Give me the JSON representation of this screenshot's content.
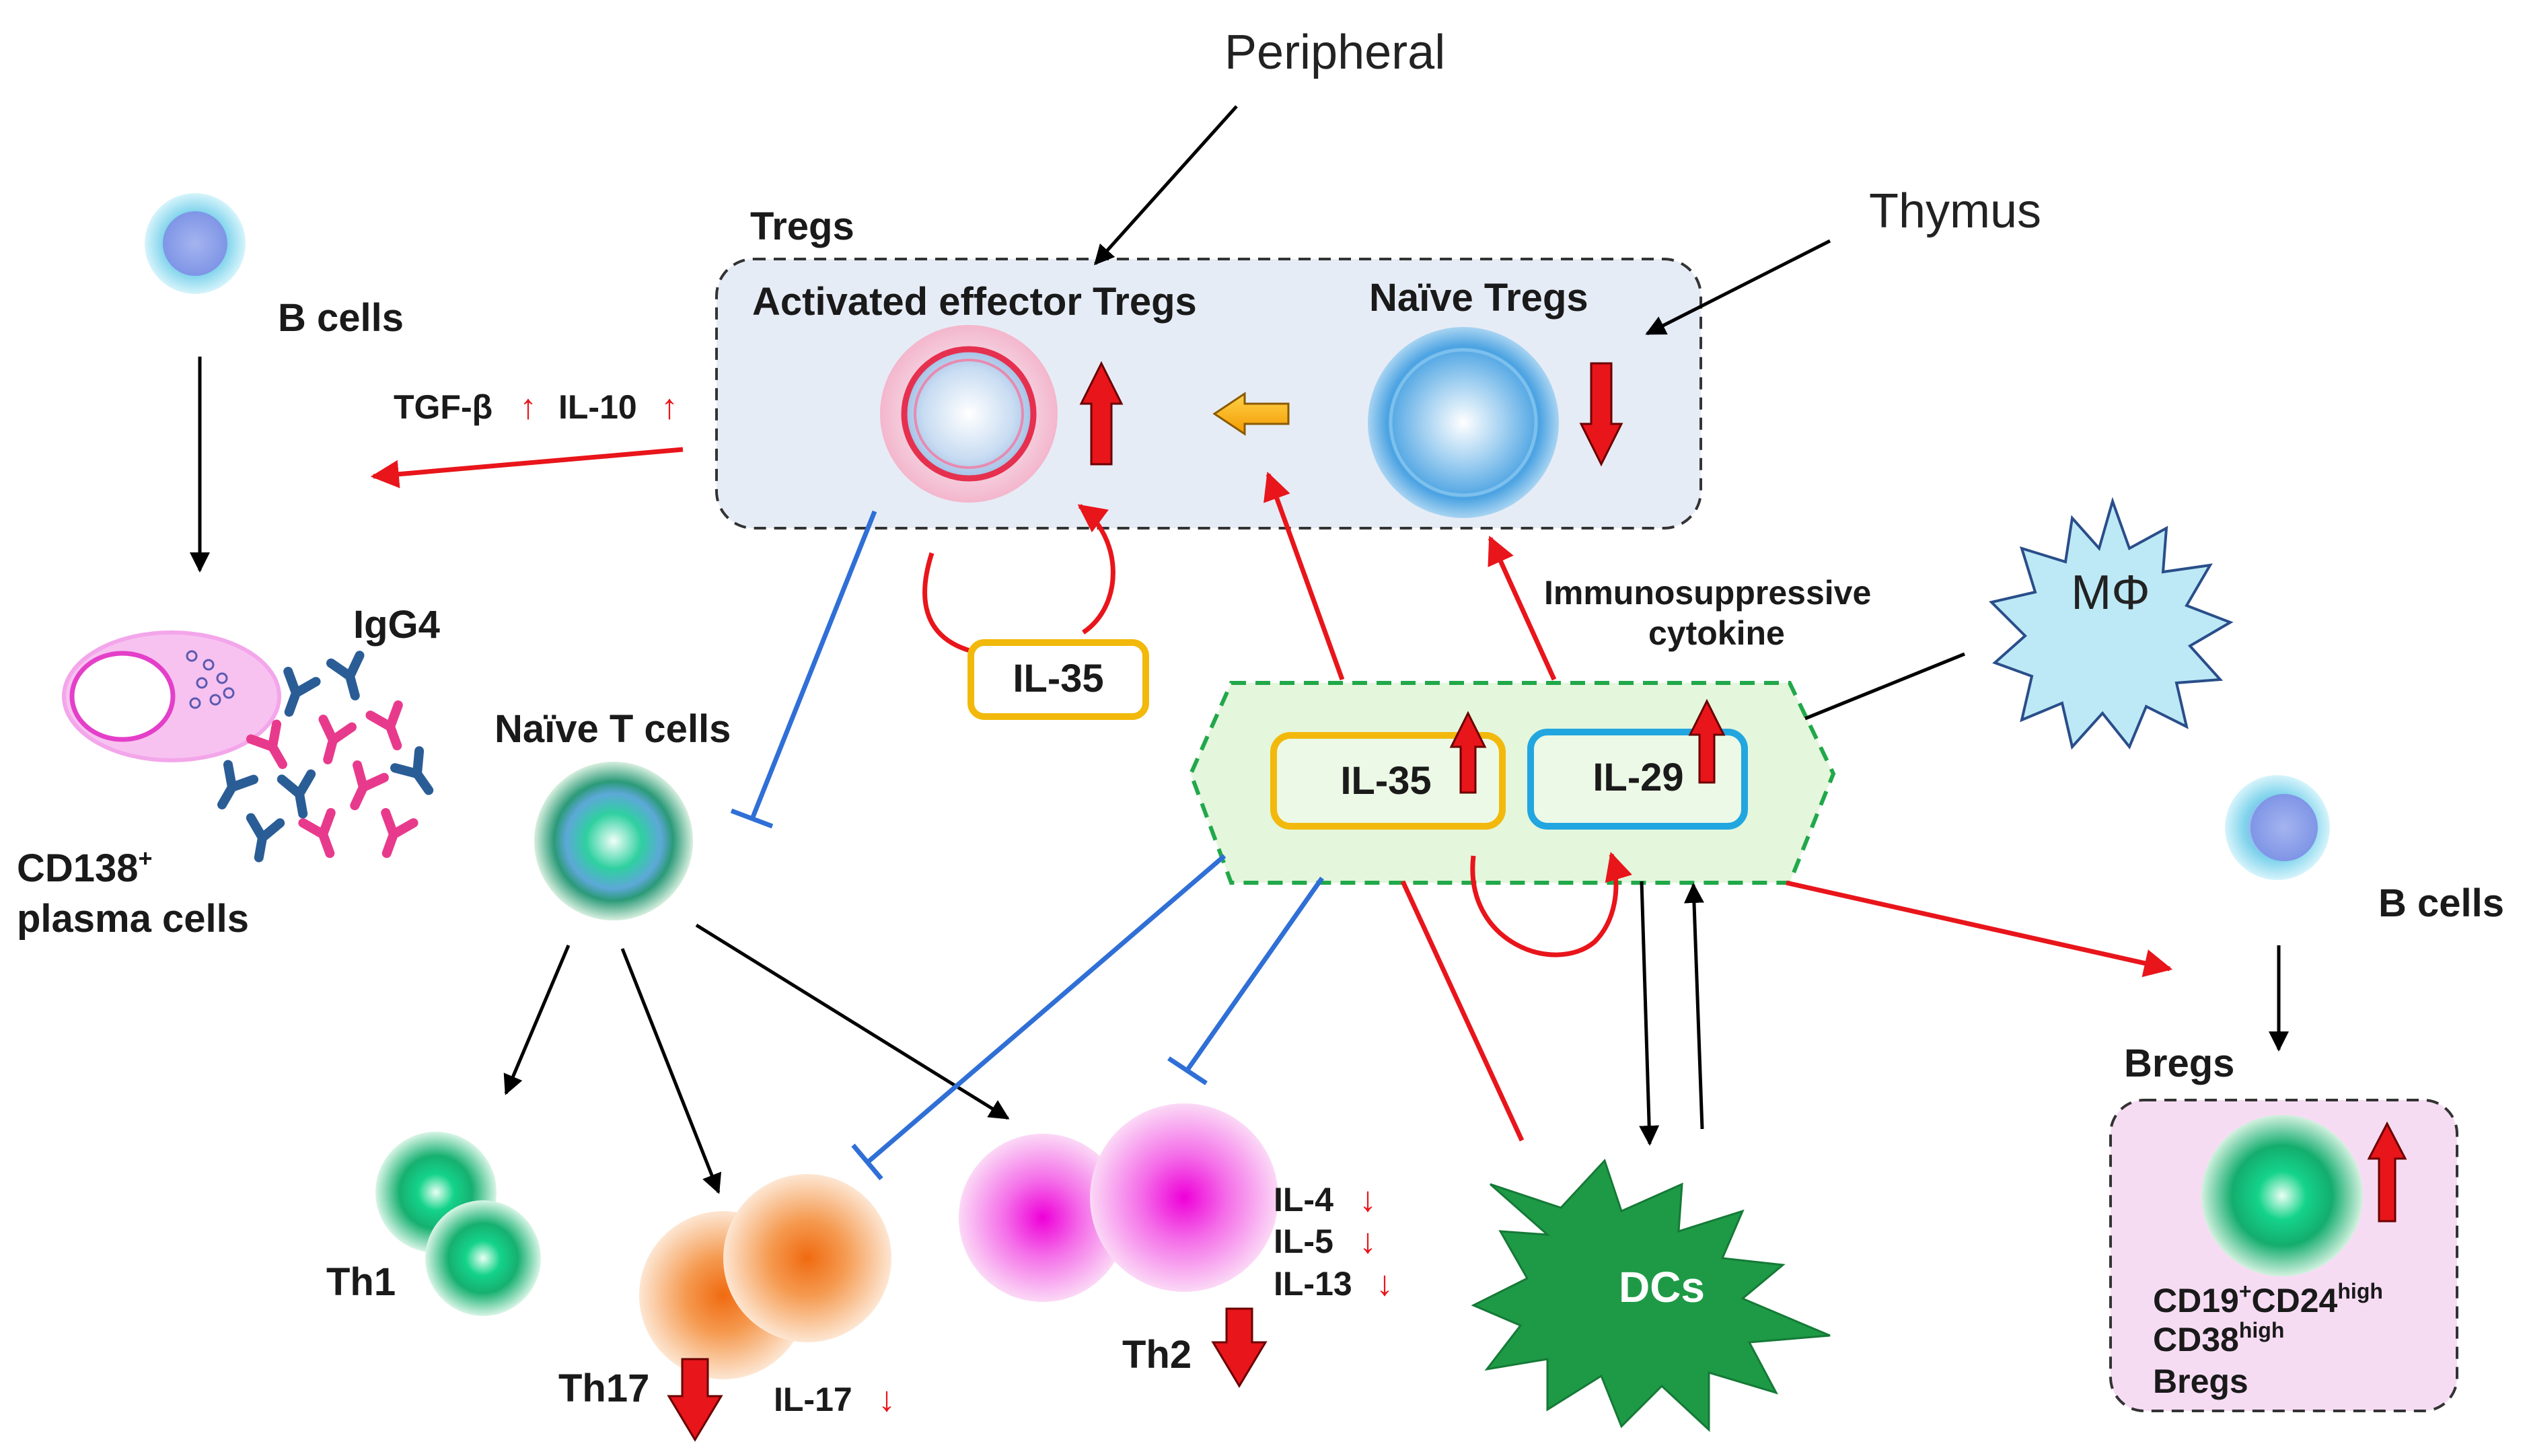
{
  "labels": {
    "peripheral": "Peripheral",
    "thymus": "Thymus",
    "tregs": "Tregs",
    "activated_effector_tregs": "Activated effector Tregs",
    "naive_tregs": "Naïve Tregs",
    "b_cells_left": "B cells",
    "tgf_beta": "TGF-β",
    "il10": "IL-10",
    "igg4": "IgG4",
    "cd138": "CD138",
    "cd138_sup": "+",
    "plasma_cells": "plasma cells",
    "naive_t_cells": "Naïve T cells",
    "il35_loop": "IL-35",
    "immunosuppressive": "Immunosuppressive",
    "cytokine": "cytokine",
    "macrophage": "MΦ",
    "il35_center": "IL-35",
    "il29_center": "IL-29",
    "b_cells_right": "B cells",
    "bregs_title": "Bregs",
    "bregs_cd19": "CD19",
    "bregs_cd19_sup": "+",
    "bregs_cd24": "CD24",
    "bregs_cd24_sup": "high",
    "bregs_cd38": "CD38",
    "bregs_cd38_sup": "high",
    "bregs_line3": "Bregs",
    "th1": "Th1",
    "th17": "Th17",
    "il17": "IL-17",
    "th2": "Th2",
    "il4": "IL-4",
    "il5": "IL-5",
    "il13": "IL-13",
    "dcs": "DCs",
    "up_arrow_small": "↑",
    "down_arrow_small": "↓"
  },
  "colors": {
    "stimulate": "#e8151b",
    "inhibit": "#2f6fd6",
    "arrow_black": "#000000",
    "il35_border": "#f2b90c",
    "il29_border": "#22a6e0",
    "hex_fill": "#e4f6dc",
    "hex_border": "#21a84a",
    "tregs_box_fill": "#e6ecf6",
    "bregs_box_fill": "#f6dcf3",
    "dc_fill": "#1e9a46",
    "macrophage_fill": "#bde9f6"
  }
}
